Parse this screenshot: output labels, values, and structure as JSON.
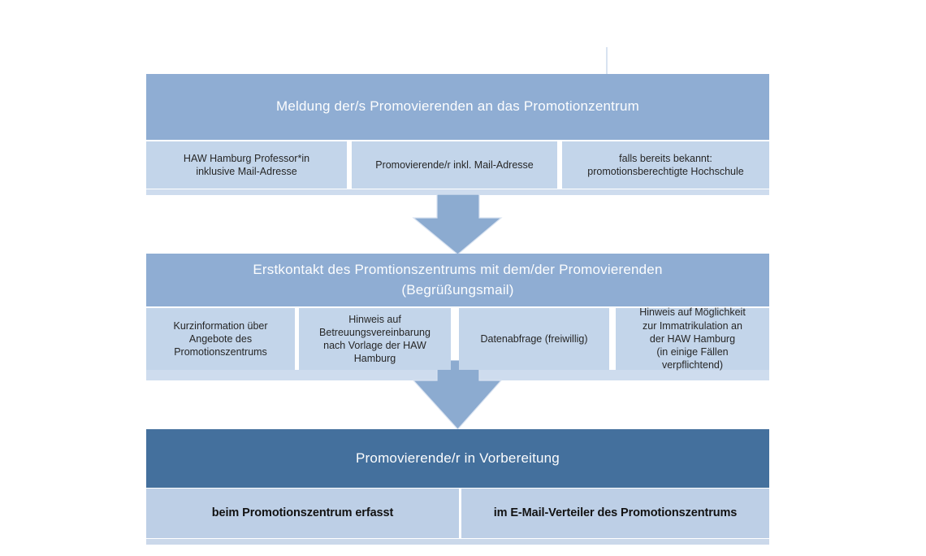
{
  "diagram": {
    "blocks": [
      {
        "header": "Meldung der/s Promovierenden an das Promotionzentrum",
        "cells": [
          "HAW Hamburg Professor*in\ninklusive Mail-Adresse",
          "Promovierende/r inkl. Mail-Adresse",
          "falls bereits bekannt:\npromotionsberechtigte Hochschule"
        ]
      },
      {
        "header": "Erstkontakt des Promtionszentrums mit dem/der Promovierenden\n(Begrüßungsmail)",
        "cells": [
          "Kurzinformation über\nAngebote des\nPromotionszentrums",
          "Hinweis auf\nBetreuungsvereinbarung\nnach Vorlage der HAW\nHamburg",
          "Datenabfrage (freiwillig)",
          "Hinweis auf Möglichkeit\nzur Immatrikulation an\nder HAW Hamburg\n(in einige Fällen\nverpflichtend)"
        ]
      },
      {
        "header": "Promovierende/r in Vorbereitung",
        "cells": [
          "beim Promotionszentrum erfasst",
          "im E-Mail-Verteiler des Promotionszentrums"
        ]
      }
    ],
    "colors": {
      "header_blue": "#8fadd3",
      "dark_header_blue": "#44709d",
      "light_cell_blue": "#c3d5ea",
      "dark_block_cell_blue": "#bdcfe6",
      "strip_blue": "#cedcee",
      "arrow_blue": "#8cabd0",
      "connector_line": "#d9e3f1",
      "cell_text": "#262626",
      "header_text": "#fcfdfe"
    }
  }
}
